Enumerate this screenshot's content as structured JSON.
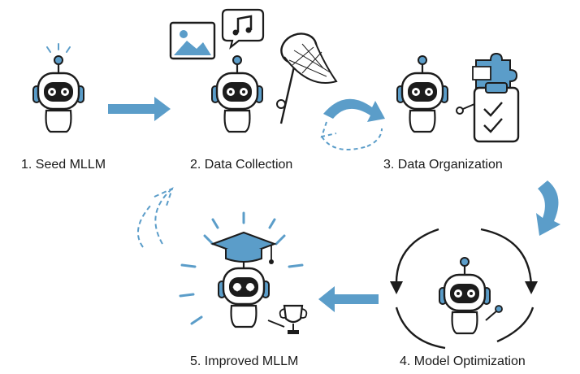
{
  "steps": [
    {
      "label": "1. Seed MLLM"
    },
    {
      "label": "2. Data Collection"
    },
    {
      "label": "3. Data Organization"
    },
    {
      "label": "4. Model Optimization"
    },
    {
      "label": "5. Improved MLLM"
    }
  ],
  "colors": {
    "accent": "#5b9dc9",
    "outline": "#1c1c1c",
    "robot_body": "#ffffff",
    "face_panel": "#1c1c1c",
    "eye": "#ffffff"
  },
  "icons": [
    "robot-icon",
    "image-icon",
    "music-note-icon",
    "butterfly-net-icon",
    "puzzle-icon",
    "clipboard-checklist-icon",
    "graduation-cap-icon",
    "trophy-icon",
    "cycle-arrows-icon",
    "arrow-right-icon",
    "arrow-left-icon",
    "curved-arrow-icon"
  ]
}
